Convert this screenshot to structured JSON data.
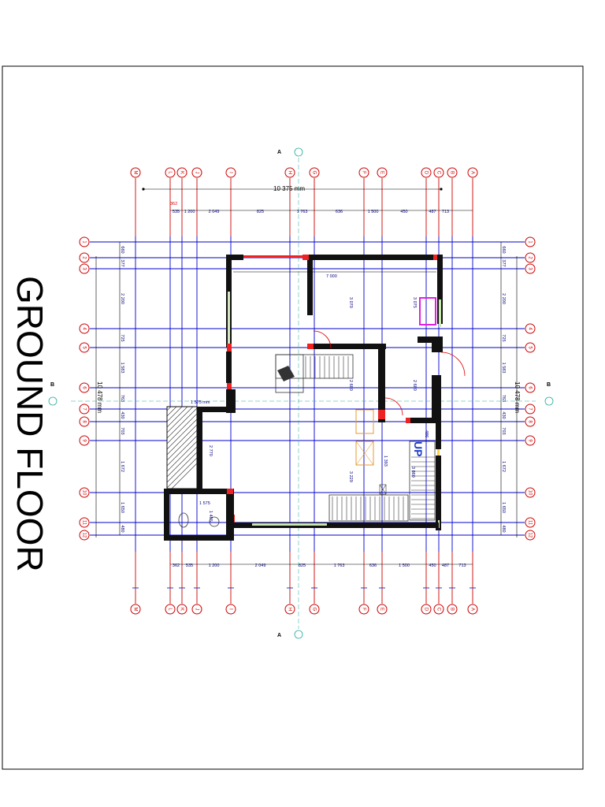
{
  "title": "GROUND FLOOR",
  "total_width": "10 375 mm",
  "total_height": "10 478 mm",
  "col_labels": [
    "M",
    "L",
    "K",
    "J",
    "I",
    "H",
    "G",
    "F",
    "E",
    "D",
    "C",
    "B",
    "A"
  ],
  "top_dims": [
    "535",
    "1 200",
    "2 049",
    "825",
    "1 763",
    "636",
    "1 500",
    "450",
    "487",
    "713"
  ],
  "top_first_dim": "362",
  "bottom_dims": [
    "362",
    "535",
    "1 200",
    "2 049",
    "825",
    "1 763",
    "636",
    "1 500",
    "450",
    "487",
    "713"
  ],
  "row_labels": [
    "1",
    "2",
    "3",
    "4",
    "5",
    "6",
    "7",
    "8",
    "9",
    "10",
    "11",
    "12"
  ],
  "row_dims": [
    "660",
    "377",
    "2 200",
    "725",
    "1 583",
    "763",
    "430",
    "703",
    "1 672",
    "1 650",
    "480"
  ],
  "room_dims": {
    "d1": "7 000",
    "d2": "3 070",
    "d3": "3 075",
    "d4": "2 680",
    "d5": "2 680",
    "d6": "2 770",
    "d7": "1 575",
    "d8": "3 229",
    "d9": "1 393",
    "d10": "3 860",
    "d11": "1 575 mm",
    "d12": "1 485",
    "d13": "486"
  },
  "section_a": "A",
  "section_b": "B",
  "up_label": "UP"
}
